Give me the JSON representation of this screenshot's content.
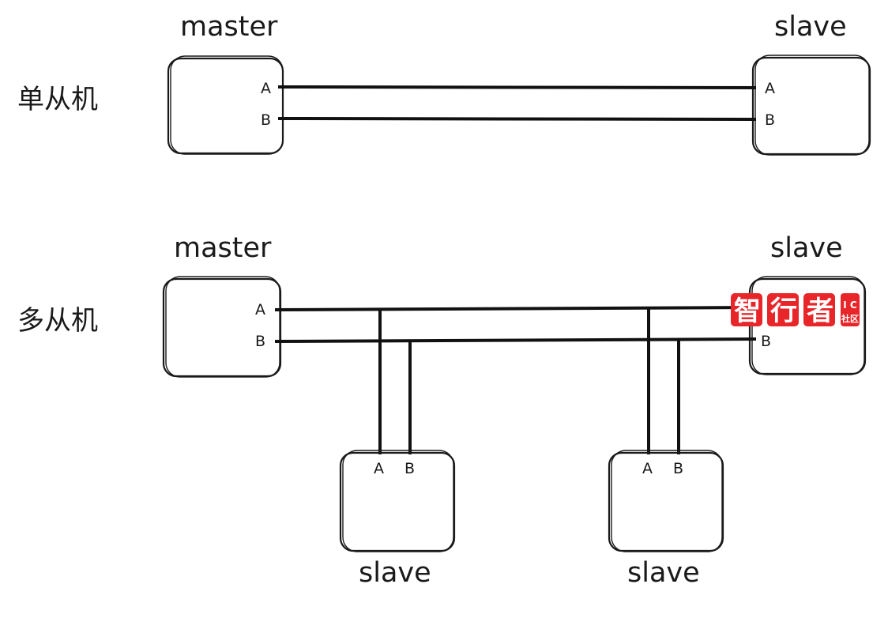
{
  "sections": {
    "single": {
      "title": "单从机",
      "master": {
        "role": "master",
        "pin_a": "A",
        "pin_b": "B"
      },
      "slave": {
        "role": "slave",
        "pin_a": "A",
        "pin_b": "B"
      }
    },
    "multi": {
      "title": "多从机",
      "master": {
        "role": "master",
        "pin_a": "A",
        "pin_b": "B"
      },
      "slave_right": {
        "role": "slave",
        "pin_b": "B"
      },
      "slave_bottom_1": {
        "role": "slave",
        "pin_a": "A",
        "pin_b": "B"
      },
      "slave_bottom_2": {
        "role": "slave",
        "pin_a": "A",
        "pin_b": "B"
      }
    }
  },
  "watermark": {
    "chars": [
      "智",
      "行",
      "者"
    ],
    "badge_line1": "I C",
    "badge_line2": "社区",
    "color": "#e8262a"
  },
  "colors": {
    "line": "#111111",
    "box_stroke": "#1a1a1a"
  }
}
